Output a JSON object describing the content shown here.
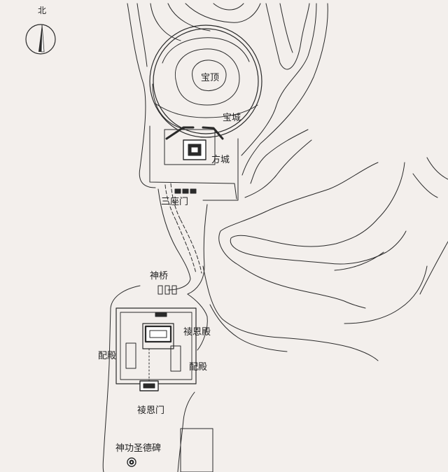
{
  "map": {
    "north_label": "北",
    "labels": {
      "baoding": "宝顶",
      "baocheng": "宝城",
      "fangcheng": "方城",
      "sanzuomen": "三座门",
      "shenqiao": "神桥",
      "lingendian": "祾恩殿",
      "peidian_left": "配殿",
      "peidian_right": "配殿",
      "lingenmen": "祾恩门",
      "stele": "神功圣德碑"
    },
    "colors": {
      "ink": "#2a2a2a",
      "background": "#f3efec",
      "fill_light": "#ffffff"
    },
    "icons": [
      "compass-north-arrow-icon",
      "stele-icon"
    ]
  }
}
